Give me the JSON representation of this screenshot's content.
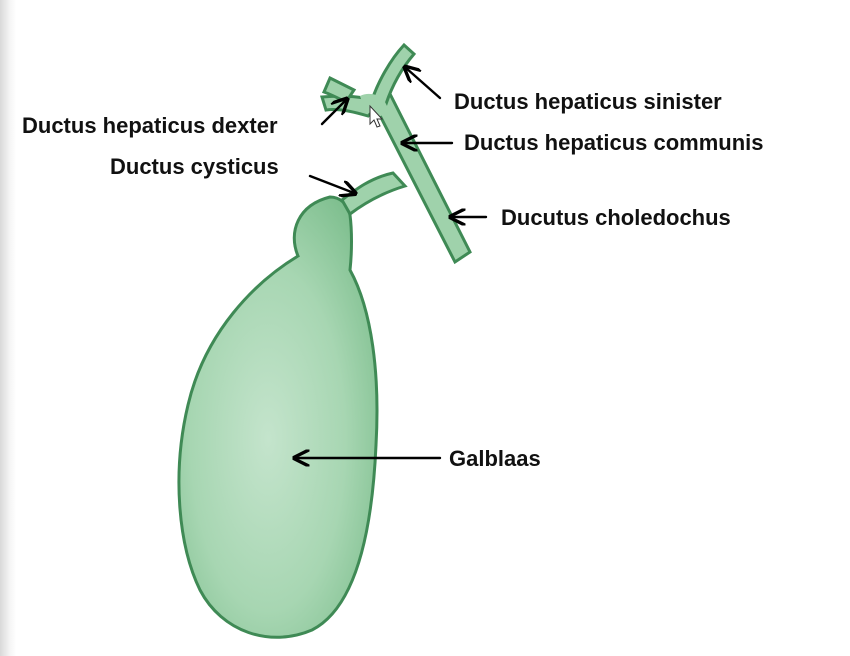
{
  "labels": {
    "hepaticus_sinister": "Ductus hepaticus sinister",
    "hepaticus_dexter": "Ductus hepaticus dexter",
    "hepaticus_communis": "Ductus hepaticus communis",
    "cysticus": "Ductus cysticus",
    "choledochus": "Ducutus choledochus",
    "galblaas": "Galblaas"
  },
  "colors": {
    "organ_fill": "#8fc99d",
    "organ_fill_light": "#c4e4cc",
    "organ_outline": "#3f8a55",
    "duct_fill": "#9fd2ab"
  }
}
